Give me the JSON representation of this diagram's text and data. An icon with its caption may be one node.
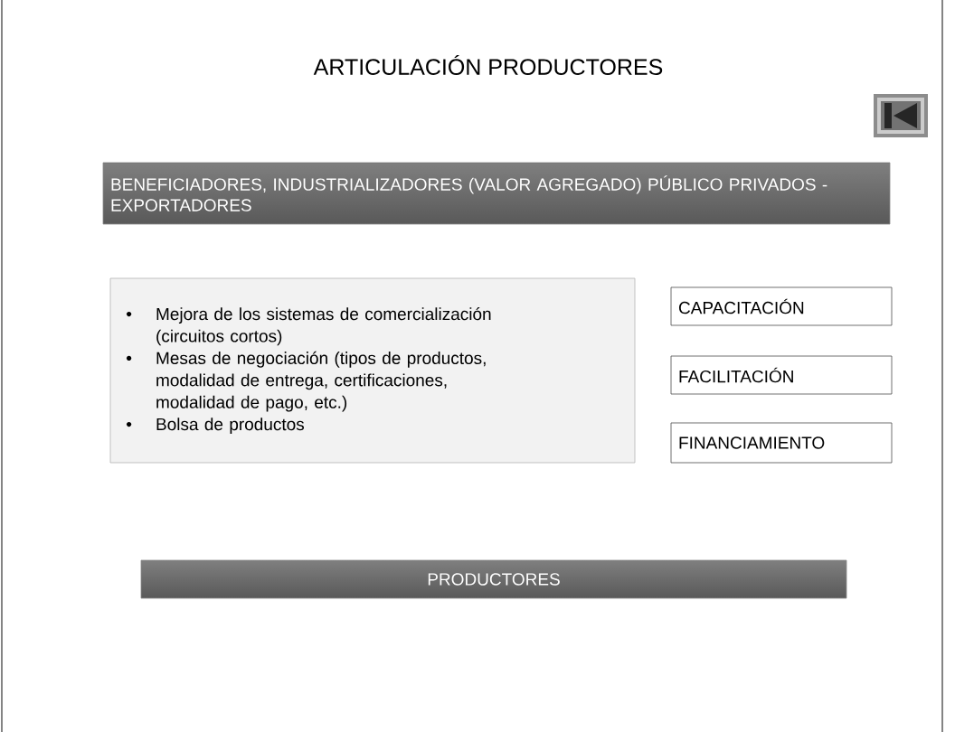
{
  "diagram": {
    "title": "ARTICULACIÓN PRODUCTORES",
    "nodes": [
      {
        "text": [
          "BENEFICIADORES, INDUSTRIALIZADORES (VALOR AGREGADO) PÚBLICO PRIVADOS - EXPORTADORES"
        ]
      },
      {
        "text": [
          "Mejora de los sistemas de comercialización (circuitos cortos)",
          "Mesas de negociación (tipos de productos, modalidad de entrega, certificaciones, modalidad de pago, etc.)",
          "Bolsa de productos"
        ]
      },
      {
        "text": [
          "CAPACITACIÓN"
        ]
      },
      {
        "text": [
          "FACILITACIÓN"
        ]
      },
      {
        "text": [
          "FINANCIAMIENTO"
        ]
      },
      {
        "text": [
          "PRODUCTORES"
        ]
      }
    ]
  }
}
